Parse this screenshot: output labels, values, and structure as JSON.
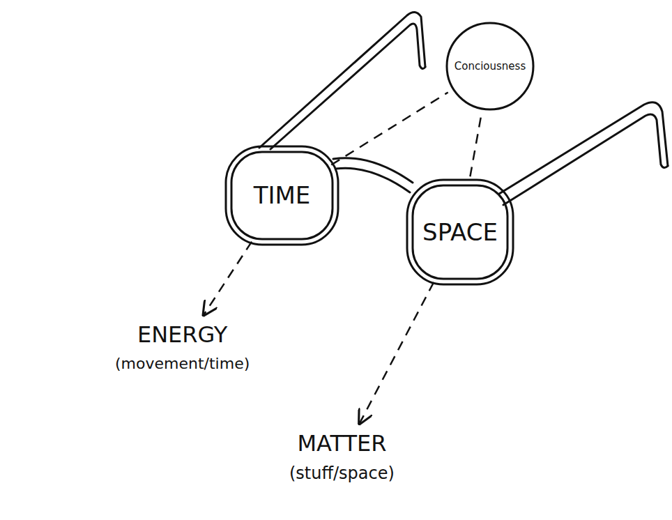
{
  "diagram": {
    "nodes": [
      {
        "text": [
          "Conciousness"
        ]
      },
      {
        "text": [
          "TIME"
        ]
      },
      {
        "text": [
          "SPACE"
        ]
      },
      {
        "text": [
          "ENERGY",
          "(movement/time)"
        ]
      },
      {
        "text": [
          "MATTER",
          "(stuff/space)"
        ]
      }
    ],
    "edges": [
      {
        "from": 1,
        "to": 0,
        "arrow": "none"
      },
      {
        "from": 2,
        "to": 0,
        "arrow": "none"
      },
      {
        "from": 1,
        "to": 3,
        "arrow": "to"
      },
      {
        "from": 2,
        "to": 4,
        "arrow": "to"
      }
    ]
  }
}
